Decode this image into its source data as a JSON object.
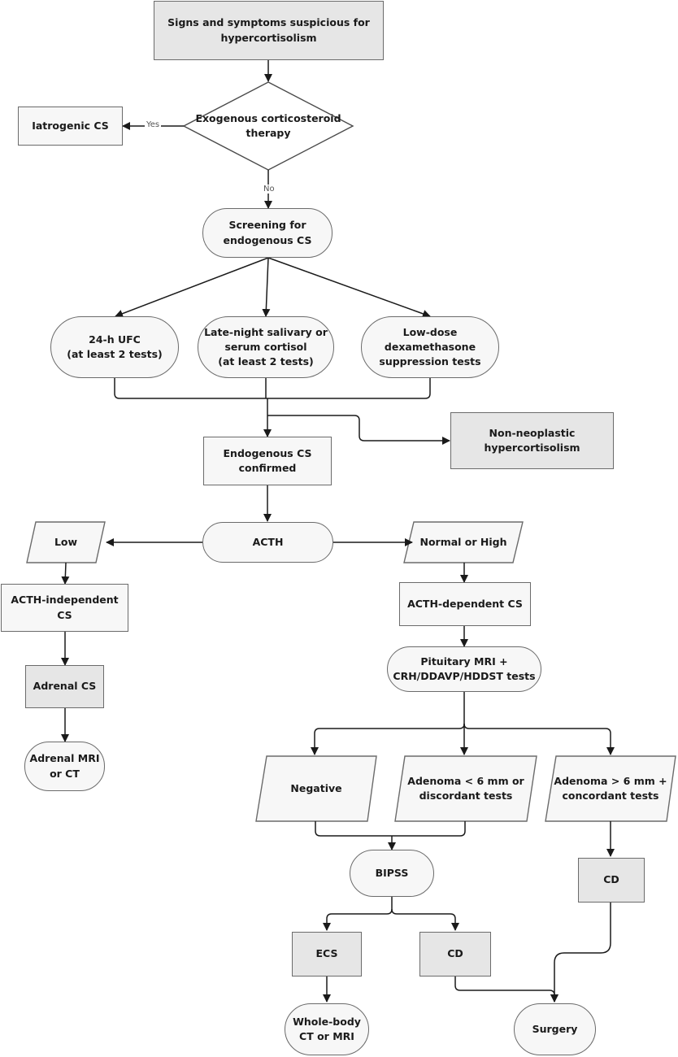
{
  "nodes": {
    "signs": "Signs and symptoms suspicious for\nhypercortisolism",
    "iatrogenic": "Iatrogenic CS",
    "exogenous": "Exogenous corticosteroid\ntherapy",
    "screening": "Screening for\nendogenous CS",
    "ufc": "24-h UFC\n(at least 2 tests)",
    "salivary": "Late-night salivary or\nserum cortisol\n(at least 2 tests)",
    "lowdose": "Low-dose\ndexamethasone\nsuppression tests",
    "nonneoplastic": "Non-neoplastic\nhypercortisolism",
    "confirmed": "Endogenous CS\nconfirmed",
    "acth": "ACTH",
    "low": "Low",
    "normalhigh": "Normal or High",
    "acth_indep": "ACTH-independent\nCS",
    "acth_dep": "ACTH-dependent CS",
    "adrenal_cs": "Adrenal CS",
    "adrenal_mri": "Adrenal MRI\nor CT",
    "pituitary": "Pituitary MRI +\nCRH/DDAVP/HDDST tests",
    "negative": "Negative",
    "adenoma_small": "Adenoma < 6 mm or\ndiscordant tests",
    "adenoma_large": "Adenoma > 6 mm +\nconcordant tests",
    "bipss": "BIPSS",
    "cd_right": "CD",
    "ecs": "ECS",
    "cd_mid": "CD",
    "wholebody": "Whole-body\nCT or MRI",
    "surgery": "Surgery"
  },
  "edge_labels": {
    "yes": "Yes",
    "no": "No"
  }
}
